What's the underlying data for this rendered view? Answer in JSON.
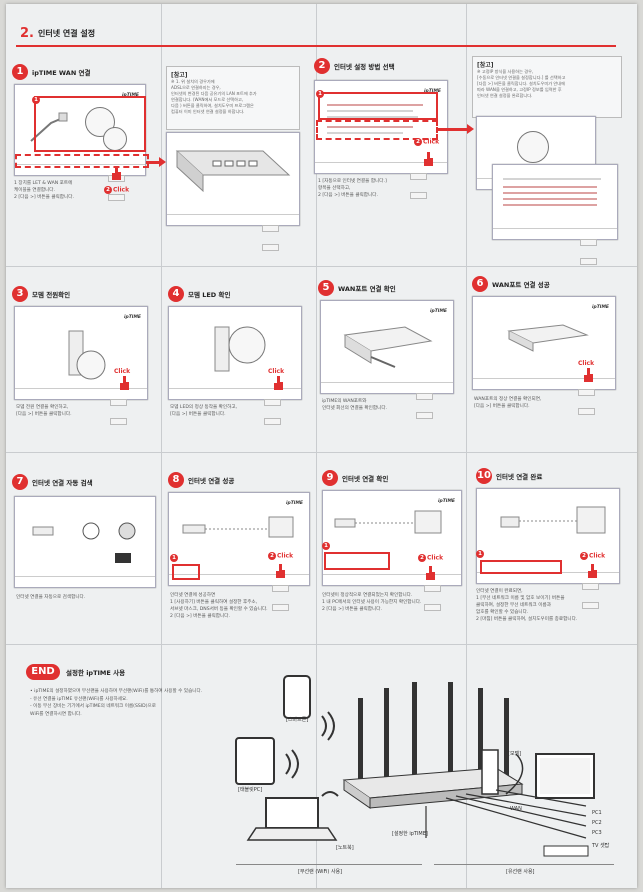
{
  "section": {
    "number": "2.",
    "title": "인터넷 연결 설정"
  },
  "steps": [
    {
      "num": "1",
      "title": "ipTIME WAN 연결"
    },
    {
      "num": "2",
      "title": "인터넷 설정 방법 선택"
    },
    {
      "num": "3",
      "title": "모뎀 전원확인"
    },
    {
      "num": "4",
      "title": "모뎀 LED 확인"
    },
    {
      "num": "5",
      "title": "WAN포트 연결 확인"
    },
    {
      "num": "6",
      "title": "WAN포트 연결 성공"
    },
    {
      "num": "7",
      "title": "인터넷 연결 자동 검색"
    },
    {
      "num": "8",
      "title": "인터넷 연결 성공"
    },
    {
      "num": "9",
      "title": "인터넷 연결 확인"
    },
    {
      "num": "10",
      "title": "인터넷 연결 완료"
    }
  ],
  "notes": {
    "title": "[참고]",
    "note1_lines": [
      "※ 1. 위 설치의 경우가에",
      "ADSL으로 연결하지는 경우,",
      "인터넷의 변경된 다음 공유기의 LAN 포트에 추가",
      "연결합니다. (WAN에서 모드로 선택하고,",
      "다음 ) 버튼을 클릭하여, 설치도우미 프로그램은",
      "컴퓨터 이미 인터넷 연결 설정을 하합니다."
    ],
    "note2_lines": [
      "※ 고정IP 방식을 사용하는 경우,",
      "[수동으로 인터넷 연결을 설정합니다.] 를 선택하고",
      "[다음 >] 버튼을 클릭합니다. 설치도우미가 안내에",
      "따라 WAN을 연결하고, 고정IP 정보를 입력한 후",
      "인터넷 연결 설정을 완료합니다."
    ]
  },
  "labels": {
    "logo": "ipTIME",
    "click": "Click",
    "c1": "1",
    "c2": "2"
  },
  "descriptions": {
    "s1": [
      "1 장치를 LET & WAN 포트에",
      "   케이블을 연결합니다.",
      "2 [다음 >] 버튼을 클릭합니다."
    ],
    "s2": [
      "1 [자동으로 인터넷 연결을 합니다.]",
      "   항목을 선택하고,",
      "2 [다음 >] 버튼을 클릭합니다."
    ],
    "s3": [
      "모뎀 전원 연결을 확인하고,",
      "[다음 >] 버튼을 클릭합니다."
    ],
    "s4": [
      "모뎀 LED의 정상 동작을 확인하고,",
      "[다음 >] 버튼을 클릭합니다."
    ],
    "s5": [
      "ipTIME의 WAN포트와",
      "인터넷 회선의 연결을 확인합니다."
    ],
    "s6": [
      "WAN포트의 정상 연결을 확인되면,",
      "[다음 >] 버튼을 클릭합니다."
    ],
    "s7": [
      "인터넷 연결을 자동으로 검색합니다."
    ],
    "s8": [
      "인터넷 연결에 성공하면",
      "1 [사용하기] 버튼을 클릭하여 설정한 후주소,",
      "   서브넷 마스크, DNS서버 등을 확인할 수 있습니다.",
      "2 [다음 >] 버튼을 클릭합니다."
    ],
    "s9": [
      "인터넷이 정상적으로 연결되었는지 확인합니다.",
      "1 내 PC에서의 인터넷 사용이 가능한지 확인합니다.",
      "2 [다음 >] 버튼을 클릭합니다."
    ],
    "s10": [
      "인터넷 연결이 완료되면,",
      "1 [무선 네트워크 이름 및 암호 보이기] 버튼을",
      "   클릭하여, 설정한 무선 네트워크 이름과",
      "   암호를 확인할 수 있습니다.",
      "2 [마침] 버튼을 클릭하여, 설치도우미를 종료합니다."
    ]
  },
  "end": {
    "badge": "END",
    "title": "설정한 ipTIME 사용",
    "lines": [
      "• ipTIME의 설정하였으며 무선랜을 사용하며 무선랜(WiFi)를 통하여 사용할 수 있습니다.",
      "  - 유선 연결을 ipTIME 유선랜(WiFi)를 사용하세요.",
      "  - 이동 무선 장비는 기기에서 ipTIME의 네트워크 이름(SSID)으로",
      "    WiFi를 연결하시면 합니다."
    ]
  },
  "diagram": {
    "smartphone": "[스마트폰]",
    "tablet": "[태블릿PC]",
    "laptop": "[노트북]",
    "router": "[설정한 ipTIME]",
    "modem": "[모뎀]",
    "wan": "WAN",
    "pc1": "PC1",
    "pc2": "PC2",
    "pc3": "PC3",
    "tv": "TV 셋탑",
    "wireless": "[무선랜 (WiFi) 사용]",
    "wired": "[유선랜 사용]"
  },
  "colors": {
    "accent": "#e03030",
    "paper": "#eef0f1"
  }
}
